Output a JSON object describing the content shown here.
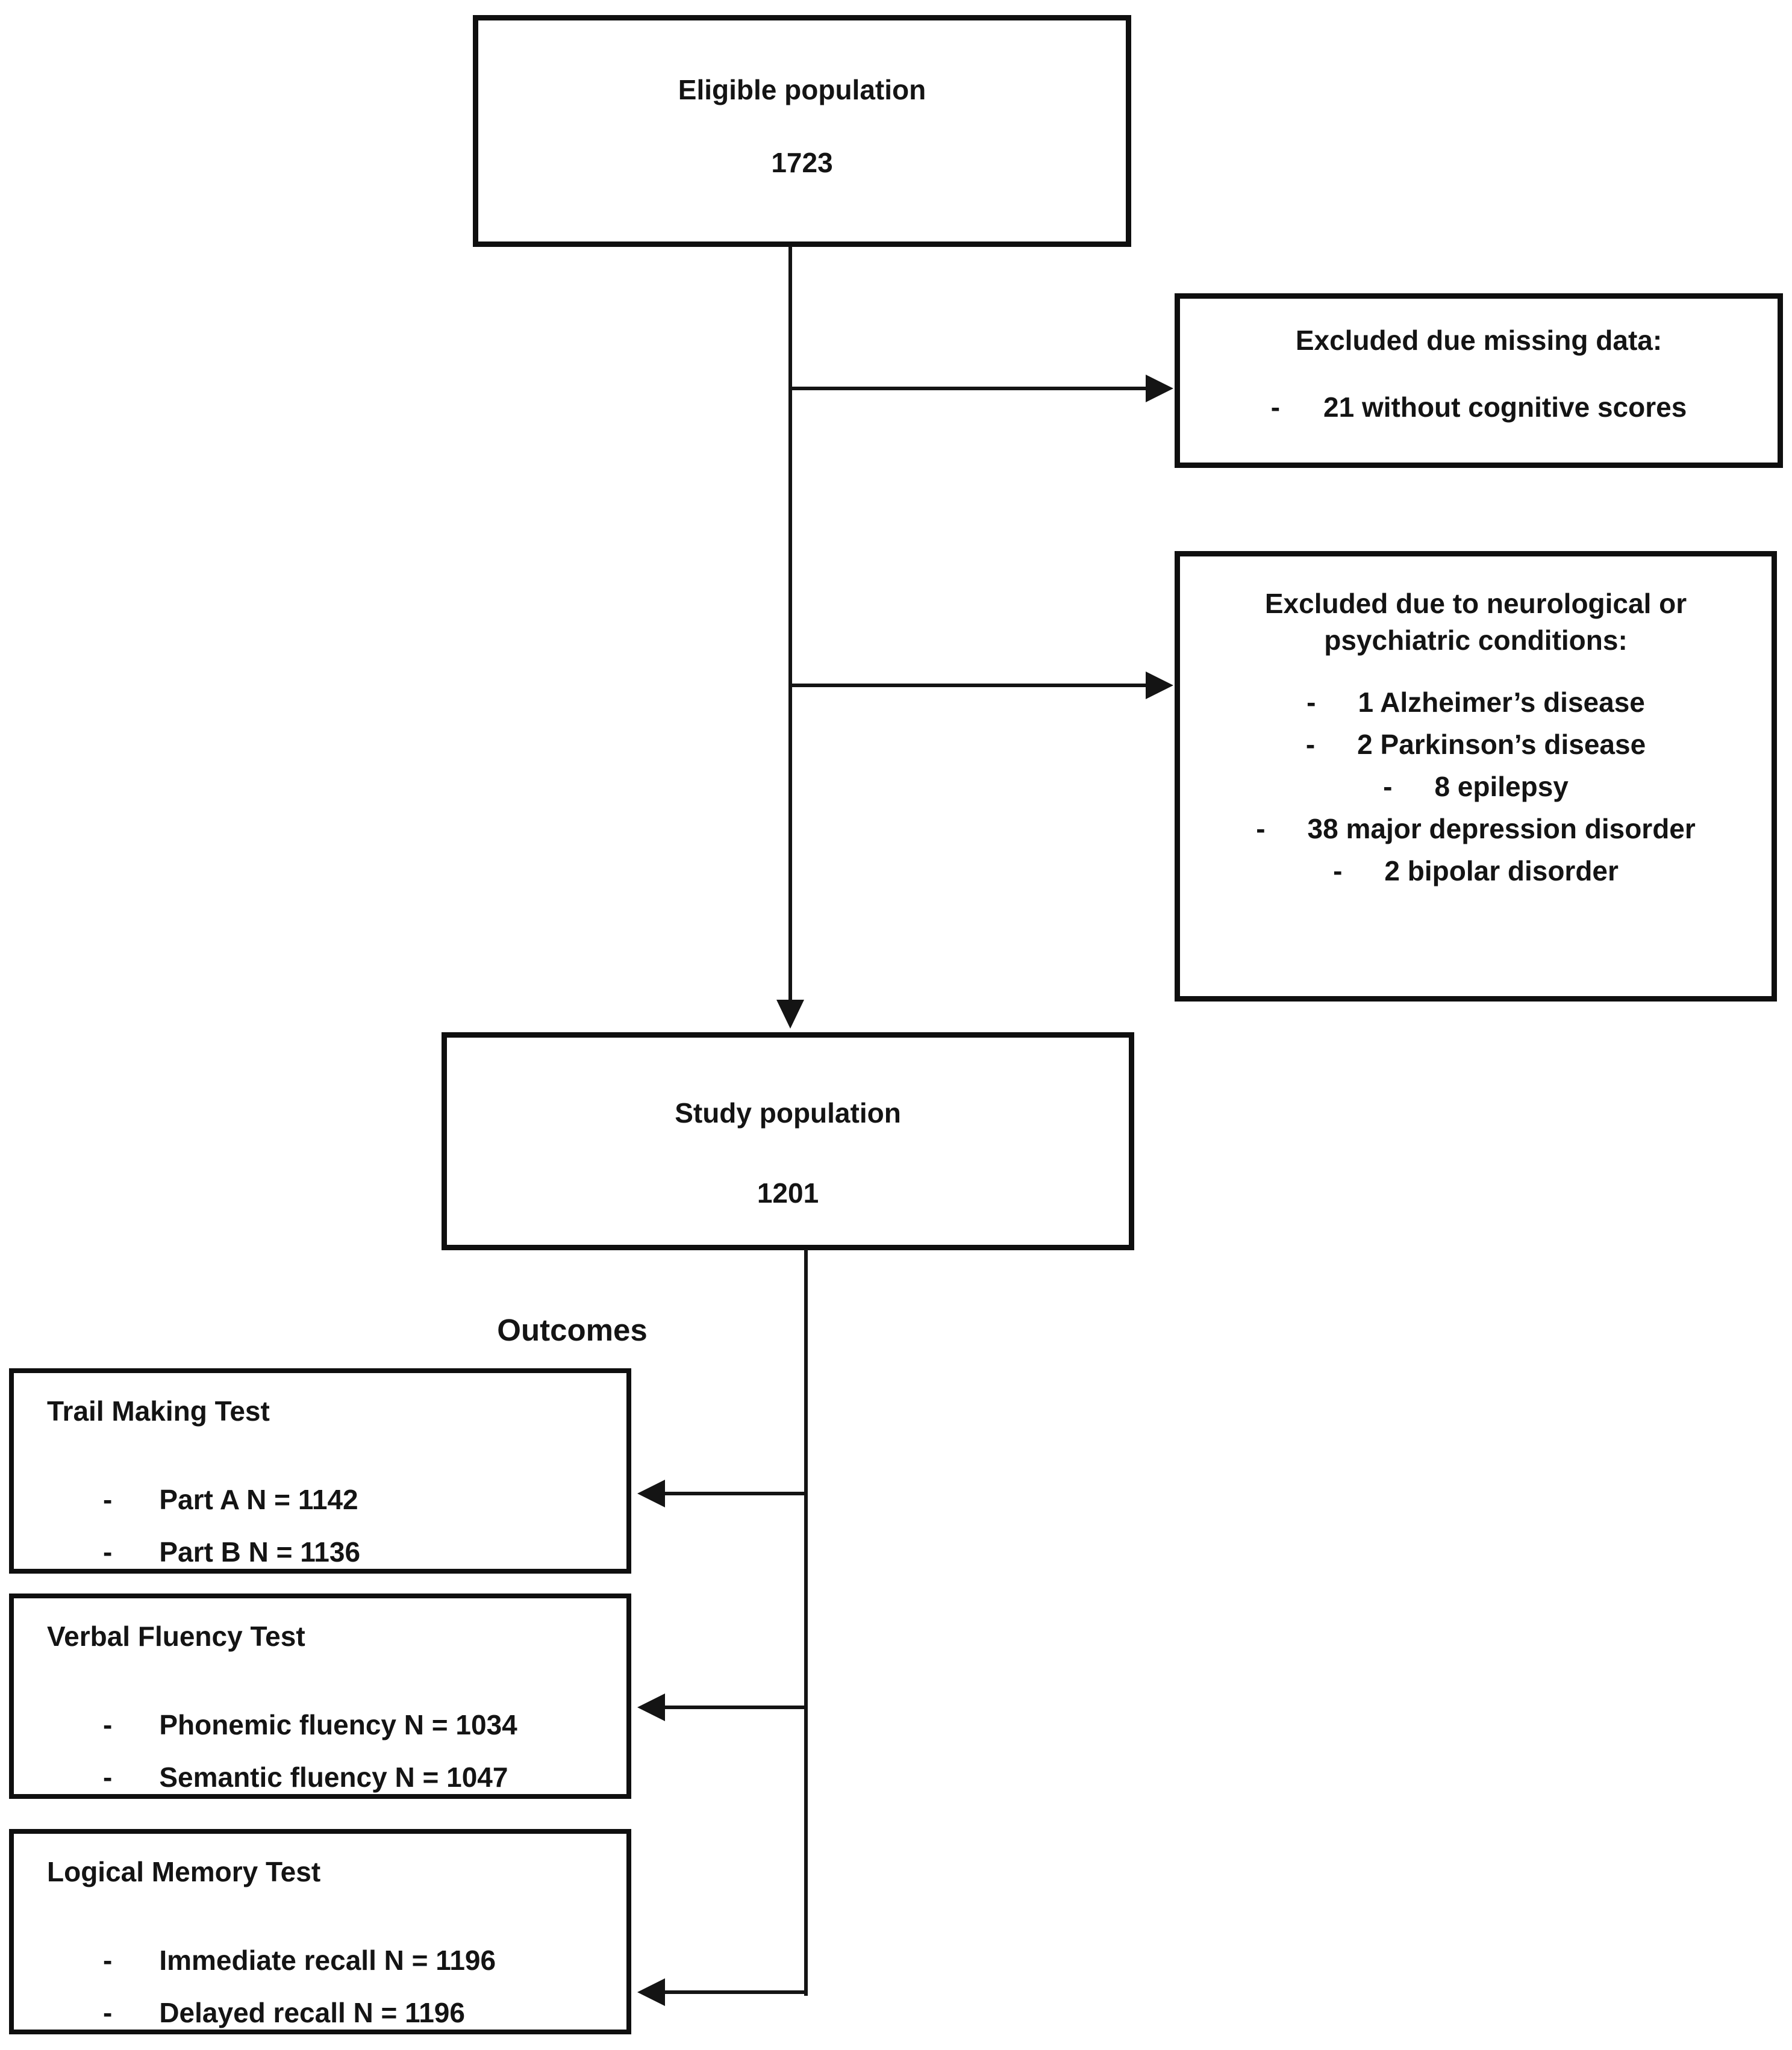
{
  "dash": "-",
  "colors": {
    "ink": "#141414",
    "background": "#ffffff"
  },
  "eligible": {
    "title": "Eligible population",
    "count": "1723"
  },
  "excluded_missing": {
    "title": "Excluded due missing data:",
    "items": [
      "21 without cognitive scores"
    ]
  },
  "excluded_conditions": {
    "title_line1": "Excluded due to neurological or",
    "title_line2": "psychiatric conditions:",
    "items": [
      "1 Alzheimer’s disease",
      "2 Parkinson’s disease",
      "8 epilepsy",
      "38 major depression disorder",
      "2 bipolar disorder"
    ]
  },
  "study": {
    "title": "Study population",
    "count": "1201"
  },
  "outcomes_label": "Outcomes",
  "trail_making": {
    "title": "Trail Making Test",
    "items": [
      "Part A N = 1142",
      "Part B N = 1136"
    ]
  },
  "verbal_fluency": {
    "title": "Verbal Fluency Test",
    "items": [
      "Phonemic fluency N = 1034",
      "Semantic fluency N = 1047"
    ]
  },
  "logical_memory": {
    "title": "Logical Memory Test",
    "items": [
      "Immediate recall N = 1196",
      "Delayed recall N = 1196"
    ]
  }
}
